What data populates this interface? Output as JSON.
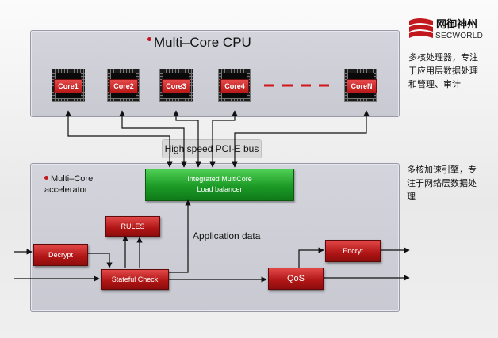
{
  "logo": {
    "name_cn": "网御神州",
    "name_en": "SECWORLD",
    "colors": {
      "accent": "#c2171c"
    }
  },
  "cpu": {
    "title": "Multi–Core  CPU",
    "cores": [
      "Core1",
      "Core2",
      "Core3",
      "Core4",
      "CoreN"
    ],
    "side_text": "多核处理器，专注于应用层数据处理和管理、审计"
  },
  "bus": {
    "label": "High speed PCI-E bus"
  },
  "accelerator": {
    "title_line1": "Multi–Core",
    "title_line2": "accelerator",
    "side_text": "多核加速引擎，专注于网络层数据处理",
    "load_balancer_line1": "Integrated  MultiCore",
    "load_balancer_line2": "Load  balancer",
    "app_data_label": "Application data",
    "rules": "RULES",
    "decrypt": "Decrypt",
    "stateful": "Stateful  Check",
    "qos": "QoS",
    "encryt": "Encryt"
  }
}
